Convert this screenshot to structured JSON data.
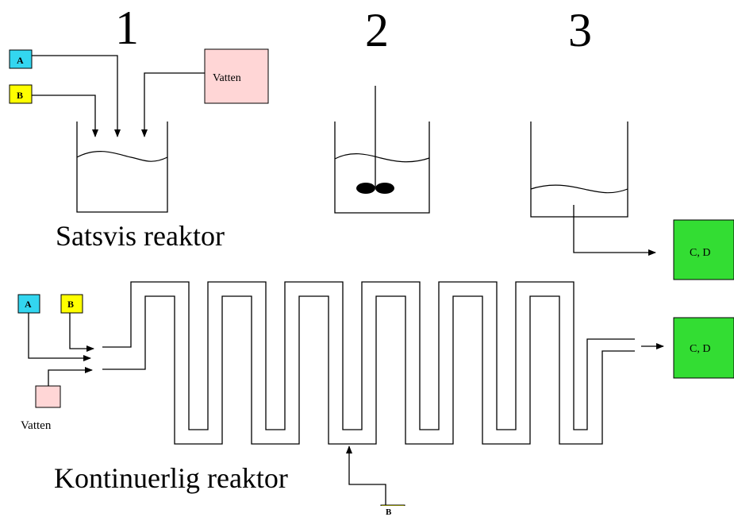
{
  "steps": [
    "1",
    "2",
    "3"
  ],
  "batch": {
    "caption": "Satsvis reaktor",
    "input_a": "A",
    "input_b": "B",
    "water": "Vatten",
    "product": "C, D"
  },
  "continuous": {
    "caption": "Kontinuerlig reaktor",
    "input_a": "A",
    "input_b": "B",
    "water": "Vatten",
    "side_b": "B",
    "product": "C, D"
  },
  "colors": {
    "component_a": "#33d6f0",
    "component_b": "#ffff00",
    "water": "#ffd6d6",
    "product": "#33dd33"
  }
}
